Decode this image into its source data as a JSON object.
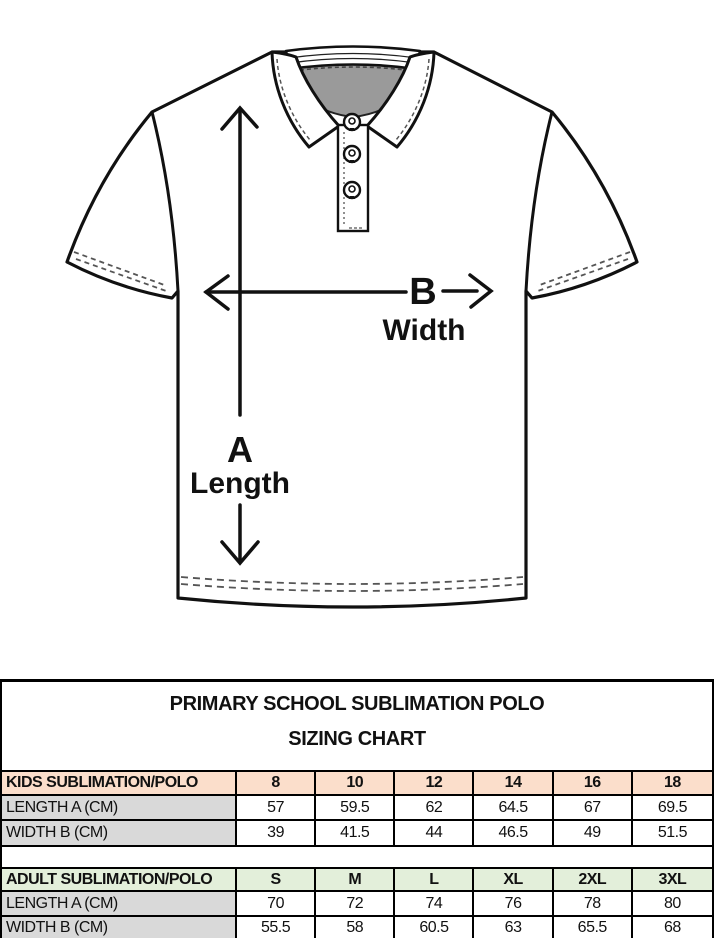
{
  "diagram": {
    "label_a": "A",
    "label_a_caption": "Length",
    "label_b": "B",
    "label_b_caption": "Width"
  },
  "titles": {
    "line1": "PRIMARY SCHOOL SUBLIMATION POLO",
    "line2": "SIZING CHART"
  },
  "colors": {
    "kids_header_bg": "#FBDECB",
    "adult_header_bg": "#E3EFDA",
    "row_label_bg": "#D9D9D9",
    "border": "#000000",
    "collar_inner_gray": "#9A9A9A"
  },
  "tables": {
    "kids": {
      "header_label": "KIDS SUBLIMATION/POLO",
      "sizes": [
        "8",
        "10",
        "12",
        "14",
        "16",
        "18"
      ],
      "rows": [
        {
          "label": "LENGTH A (CM)",
          "values": [
            "57",
            "59.5",
            "62",
            "64.5",
            "67",
            "69.5"
          ]
        },
        {
          "label": "WIDTH B (CM)",
          "values": [
            "39",
            "41.5",
            "44",
            "46.5",
            "49",
            "51.5"
          ]
        }
      ]
    },
    "adult": {
      "header_label": "ADULT SUBLIMATION/POLO",
      "sizes": [
        "S",
        "M",
        "L",
        "XL",
        "2XL",
        "3XL"
      ],
      "rows": [
        {
          "label": "LENGTH A (CM)",
          "values": [
            "70",
            "72",
            "74",
            "76",
            "78",
            "80"
          ]
        },
        {
          "label": "WIDTH B (CM)",
          "values": [
            "55.5",
            "58",
            "60.5",
            "63",
            "65.5",
            "68"
          ]
        }
      ]
    }
  }
}
